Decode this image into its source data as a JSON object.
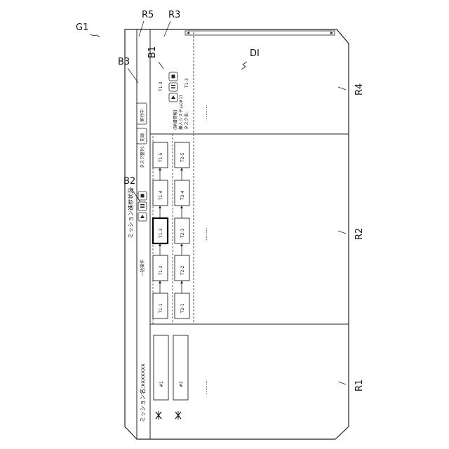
{
  "figure_label": "G1",
  "region_labels": {
    "r1": "R1",
    "r2": "R2",
    "r3": "R3",
    "r4": "R4",
    "r5": "R5"
  },
  "button_labels": {
    "b1": "B1",
    "b2": "B2",
    "b3": "B3"
  },
  "detail_label": "DI",
  "screen_title": "ミッション進捗状況",
  "mission_name": "ミッション名:xxxxxxx",
  "mission_rows": [
    "#1",
    "#2"
  ],
  "bulk_operation_label": "一括操作",
  "task_sort_label": "タスク整列:",
  "btn_head": "先頭",
  "btn_running": "実行中",
  "control_icons": [
    "play-icon",
    "pause-icon",
    "stop-icon"
  ],
  "tasks_row1": [
    "T1-1",
    "T1-2",
    "T1-3",
    "T1-4",
    "T1-5"
  ],
  "tasks_row2": [
    "T2-1",
    "T2-2",
    "T2-3",
    "T2-4",
    "T2-5"
  ],
  "selected_task": "T1-3",
  "detail": {
    "task_id": "T1-3",
    "lines": [
      "(詳細情報)",
      "無人システム(#1)",
      "タスク名:",
      "T1-3"
    ]
  },
  "ellipsis": "........",
  "colors": {
    "line": "#222222",
    "highlight": "#000000"
  }
}
